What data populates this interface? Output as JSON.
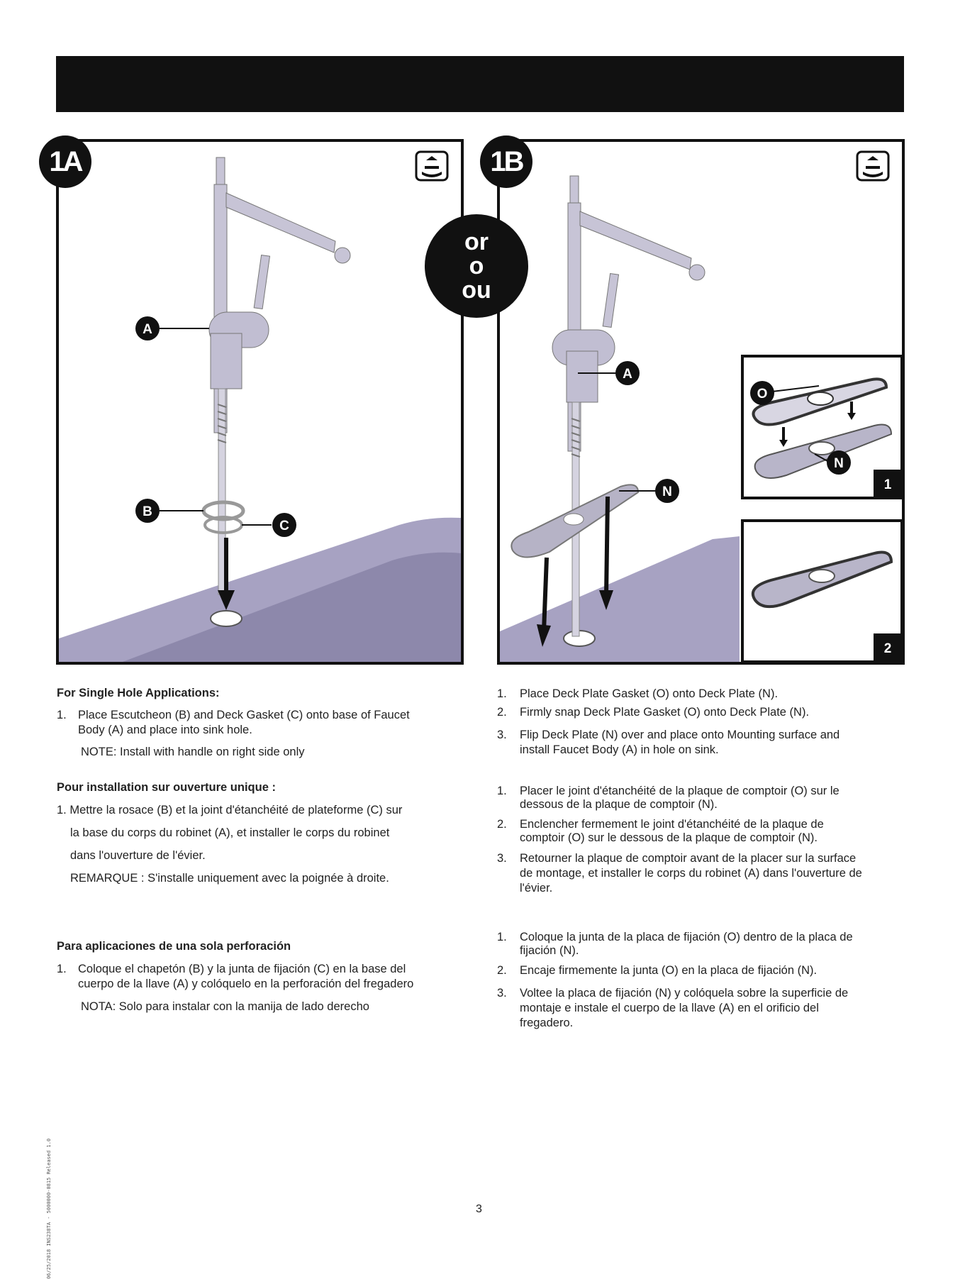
{
  "panels": {
    "a": {
      "badge": "1A",
      "callouts": {
        "a": "A",
        "b": "B",
        "c": "C"
      }
    },
    "b": {
      "badge": "1B",
      "callouts": {
        "a": "A",
        "n": "N",
        "o": "O",
        "n2": "N"
      },
      "inset_1": "1",
      "inset_2": "2"
    }
  },
  "or_badge": {
    "line1": "or",
    "line2": "o",
    "line3": "ou"
  },
  "icons": {
    "sink": "sink-icon"
  },
  "left": {
    "en": {
      "heading": "For Single Hole Applications:",
      "num": "1.",
      "line1": "Place Escutcheon (B) and Deck Gasket (C) onto base of Faucet",
      "line2": "Body (A) and place into sink hole.",
      "note": "NOTE: Install with handle on right side only"
    },
    "fr": {
      "heading": "Pour installation sur ouverture unique :",
      "line1": "1. Mettre la rosace (B) et la joint d'étanchéité de plateforme (C) sur",
      "line2": "la base du corps du robinet (A), et installer le corps du robinet",
      "line3": "dans l'ouverture de l'évier.",
      "note": "REMARQUE : S'installe uniquement avec la poignée à droite."
    },
    "es": {
      "heading": "Para aplicaciones de una sola perforación",
      "num": "1.",
      "line1": "Coloque el chapetón (B) y la junta de fijación (C) en la base del",
      "line2": "cuerpo de la llave (A) y colóquelo en la perforación del fregadero",
      "note": "NOTA: Solo para instalar con la manija de lado derecho"
    }
  },
  "right": {
    "en": [
      {
        "num": "1.",
        "lines": [
          "Place Deck Plate Gasket (O) onto Deck Plate (N)."
        ]
      },
      {
        "num": "2.",
        "lines": [
          "Firmly snap Deck Plate Gasket (O) onto Deck Plate (N)."
        ]
      },
      {
        "num": "3.",
        "lines": [
          "Flip Deck Plate (N) over and place onto Mounting surface and",
          "install Faucet Body (A) in hole on sink."
        ]
      }
    ],
    "fr": [
      {
        "num": "1.",
        "lines": [
          "Placer le joint d'étanchéité de la plaque de comptoir (O) sur le",
          "dessous de la plaque de comptoir (N)."
        ]
      },
      {
        "num": "2.",
        "lines": [
          "Enclencher fermement le joint d'étanchéité de la plaque de",
          "comptoir (O) sur le dessous de la plaque de comptoir (N)."
        ]
      },
      {
        "num": "3.",
        "lines": [
          "Retourner la plaque de comptoir avant de la placer sur la surface",
          "de montage, et installer le corps du robinet (A) dans l'ouverture de",
          "l'évier."
        ]
      }
    ],
    "es": [
      {
        "num": "1.",
        "lines": [
          "Coloque la junta de la placa de fijación (O) dentro de la placa de",
          "fijación (N)."
        ]
      },
      {
        "num": "2.",
        "lines": [
          "Encaje firmemente la junta (O) en la placa de fijación (N)."
        ]
      },
      {
        "num": "3.",
        "lines": [
          "Voltee la placa de fijación (N) y colóquela sobre la superficie de",
          "montaje e instale el cuerpo de la llave (A) en el orificio del",
          "fregadero."
        ]
      }
    ]
  },
  "page_number": "3",
  "side_code": "06/25/2018 INS238TA - 5000000-0815 Released 1.0"
}
